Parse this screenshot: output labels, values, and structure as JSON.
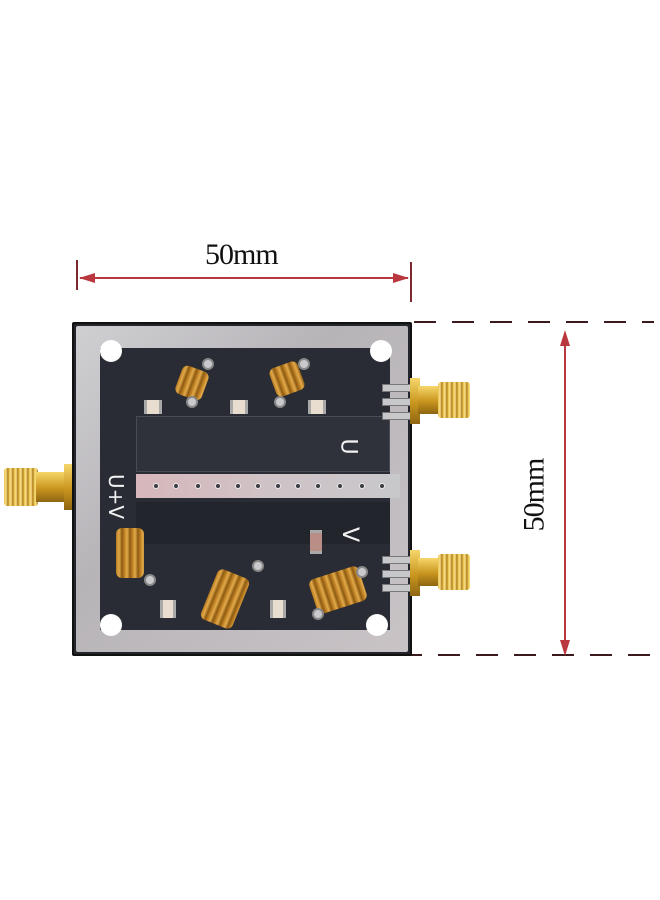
{
  "image": {
    "subject": "RF diplexer PCB module with three SMA connectors",
    "background_color": "#ffffff"
  },
  "dimensions": {
    "width_label": "50mm",
    "height_label": "50mm",
    "line_color": "#b8383e"
  },
  "pcb": {
    "labels": {
      "common_port": "U+V",
      "port_u": "U",
      "port_v": "V"
    },
    "colors": {
      "board": "#23252d",
      "ground_frame": "#c6c3c6",
      "coil": "#d29a38",
      "connector": "#d6a42e"
    },
    "connectors": [
      {
        "name": "U+V",
        "side": "left"
      },
      {
        "name": "U",
        "side": "right-top"
      },
      {
        "name": "V",
        "side": "right-bottom"
      }
    ]
  }
}
